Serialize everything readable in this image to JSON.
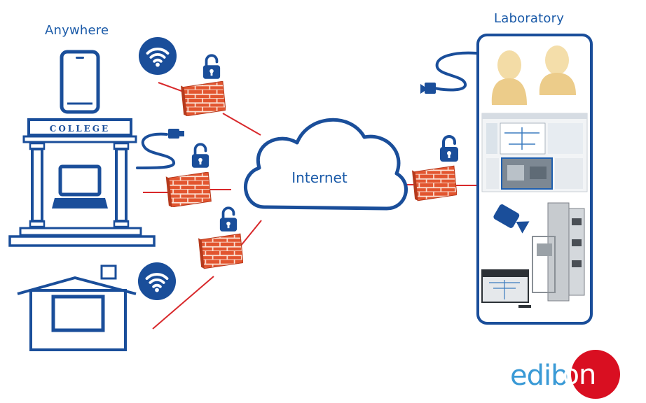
{
  "labels": {
    "anywhere": "Anywhere",
    "college": "COLLEGE",
    "internet": "Internet",
    "laboratory": "Laboratory"
  },
  "brand": {
    "prefix": "edib",
    "suffix": "on"
  },
  "colors": {
    "primary_blue": "#1a4e9a",
    "label_blue": "#1a5aa8",
    "link_red": "#d8282b",
    "firewall_brick": "#e1522d",
    "brand_cyan": "#3a9ad6",
    "brand_red": "#d90f21"
  },
  "icons": [
    "tablet-icon",
    "wifi-icon",
    "padlock-open-icon",
    "firewall-icon",
    "network-cable-icon",
    "laptop-icon",
    "cloud-icon",
    "camera-icon",
    "house-icon"
  ]
}
